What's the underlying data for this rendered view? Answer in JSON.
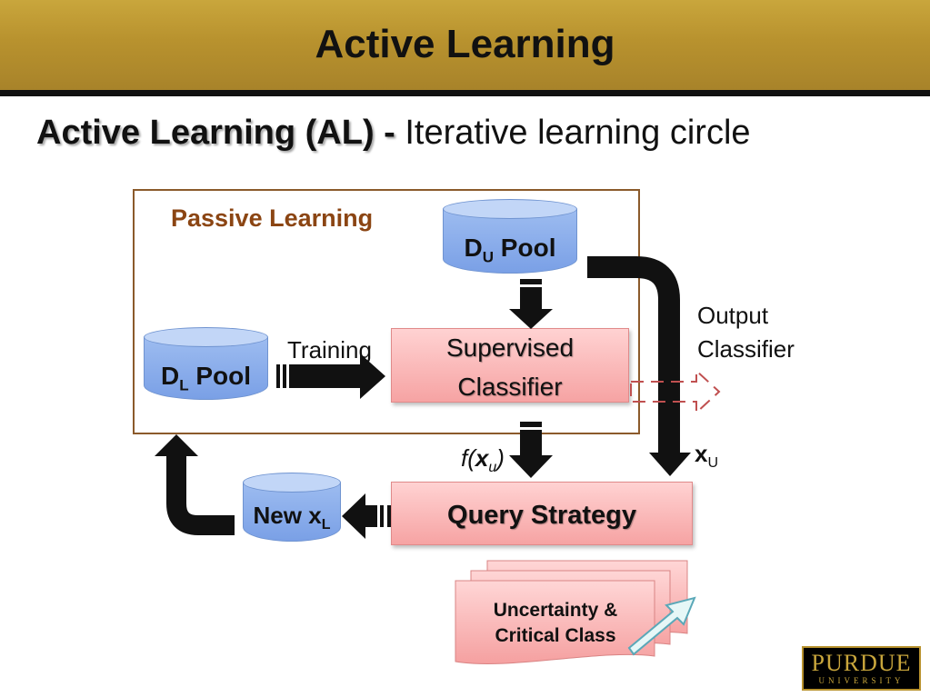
{
  "title": "Active Learning",
  "subtitle": {
    "bold": "Active Learning (AL) - ",
    "rest": "Iterative learning circle"
  },
  "diagram": {
    "passive_label": "Passive Learning",
    "du_pool": {
      "main": "D",
      "sub": "U",
      "rest": " Pool"
    },
    "dl_pool": {
      "main": "D",
      "sub": "L",
      "rest": " Pool"
    },
    "new_xl": {
      "main": "New x",
      "sub": "L"
    },
    "training": "Training",
    "supervised_line1": "Supervised",
    "supervised_line2": "Classifier",
    "output_line1": "Output",
    "output_line2": "Classifier",
    "fxu": {
      "f": "f(",
      "x": "x",
      "sub": "u",
      "close": ")"
    },
    "xu": {
      "x": "x",
      "sub": "U"
    },
    "query_strategy": "Query Strategy",
    "doc_line1": "Uncertainty &",
    "doc_line2": "Critical Class"
  },
  "logo": {
    "line1": "PURDUE",
    "line2": "UNIVERSITY"
  },
  "colors": {
    "title_bar": "#b8922e",
    "passive_label": "#8b4513",
    "cylinder": "#8fb1ee",
    "pink_box": "#f8b4b4"
  }
}
